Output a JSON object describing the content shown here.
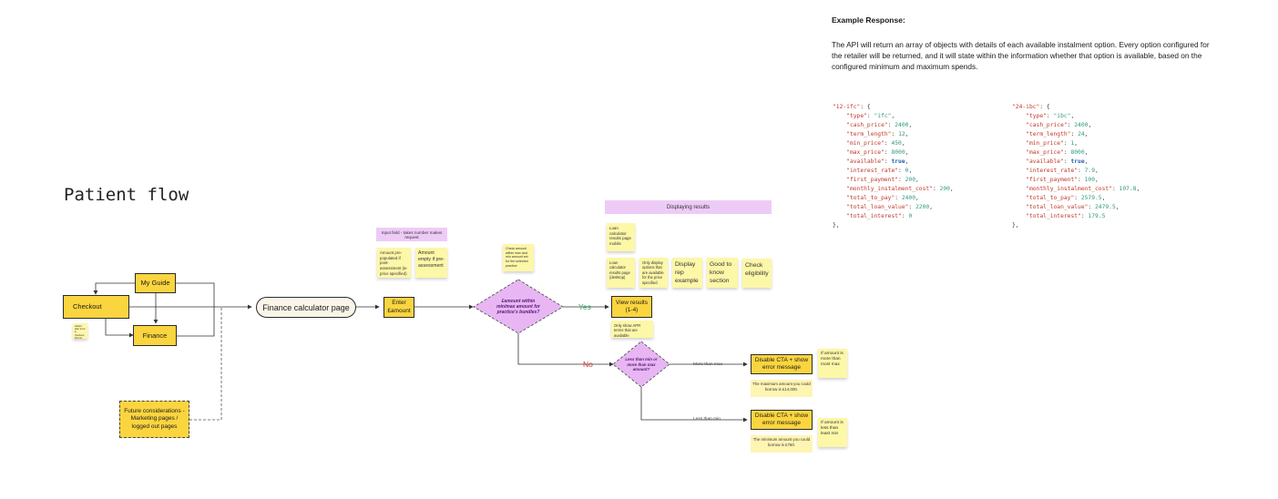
{
  "title": "Patient flow",
  "response": {
    "heading": "Example Response:",
    "paragraph": "The API will return an array of objects with details of each available instalment option. Every option configured for the retailer will be returned, and it will state within the information whether that option is available, based on the configured minimum and maximum spends."
  },
  "code": {
    "left_key": "\"12-ifc\"",
    "left": [
      {
        "k": "\"type\"",
        "v": "\"ifc\"",
        "t": "s"
      },
      {
        "k": "\"cash_price\"",
        "v": "2400",
        "t": "n"
      },
      {
        "k": "\"term_length\"",
        "v": "12",
        "t": "n"
      },
      {
        "k": "\"min_price\"",
        "v": "450",
        "t": "n"
      },
      {
        "k": "\"max_price\"",
        "v": "8000",
        "t": "n"
      },
      {
        "k": "\"available\"",
        "v": "true",
        "t": "b"
      },
      {
        "k": "\"interest_rate\"",
        "v": "0",
        "t": "n"
      },
      {
        "k": "\"first_payment\"",
        "v": "200",
        "t": "n"
      },
      {
        "k": "\"monthly_instalment_cost\"",
        "v": "200",
        "t": "n"
      },
      {
        "k": "\"total_to_pay\"",
        "v": "2400",
        "t": "n"
      },
      {
        "k": "\"total_loan_value\"",
        "v": "2200",
        "t": "n"
      },
      {
        "k": "\"total_interest\"",
        "v": "0",
        "t": "n"
      }
    ],
    "right_key": "\"24-ibc\"",
    "right": [
      {
        "k": "\"type\"",
        "v": "\"ibc\"",
        "t": "s"
      },
      {
        "k": "\"cash_price\"",
        "v": "2400",
        "t": "n"
      },
      {
        "k": "\"term_length\"",
        "v": "24",
        "t": "n"
      },
      {
        "k": "\"min_price\"",
        "v": "1",
        "t": "n"
      },
      {
        "k": "\"max_price\"",
        "v": "8000",
        "t": "n"
      },
      {
        "k": "\"available\"",
        "v": "true",
        "t": "b"
      },
      {
        "k": "\"interest_rate\"",
        "v": "7.9",
        "t": "n"
      },
      {
        "k": "\"first_payment\"",
        "v": "100",
        "t": "n"
      },
      {
        "k": "\"monthly_instalment_cost\"",
        "v": "107.8",
        "t": "n"
      },
      {
        "k": "\"total_to_pay\"",
        "v": "2579.5",
        "t": "n"
      },
      {
        "k": "\"total_loan_value\"",
        "v": "2479.5",
        "t": "n"
      },
      {
        "k": "\"total_interest\"",
        "v": "179.5",
        "t": "n"
      }
    ],
    "close": "},"
  },
  "nodes": {
    "my_guide": "My Guide",
    "checkout": "Checkout",
    "finance": "Finance",
    "future": "Future considerations - Marketing pages / logged out pages",
    "finance_calc_page": "Finance calculator page",
    "enter_amount": "Enter £amount",
    "decision_main": "£amount within min/max amount for practice's bundles?",
    "view_results": "View results (1-4)",
    "decision_minmax": "Less than min or more than max amount?",
    "disable_max": "Disable CTA + show error message",
    "disable_min": "Disable CTA + show error message"
  },
  "edge_labels": {
    "yes": "Yes",
    "no": "No",
    "more_than_max": "More than max",
    "less_than_min": "Less than min"
  },
  "notes": {
    "input_field": "Input field - takes number makes request",
    "amount_prev": "Amount pre-populated if post-assessment (ie price specified)",
    "amount_empty": "Amount empty if pre-assessment",
    "check_amount": "Check amount within max and min amount set for the selected practice",
    "displaying_results": "Displaying results",
    "loan_mobile": "Loan calculator results page mobile",
    "loan_desktop": "Loan calculator results page (desktop)",
    "only_display": "Only display options that are available for the price specified",
    "display_rep": "Display rep example",
    "good_to_know": "Good to know section",
    "check_eligibility": "Check eligibility",
    "only_show_apr": "Only show APR terms that are available",
    "max_msg": "The maximum amount you could borrow is £14,000.",
    "min_msg": "The minimum amount you could borrow is £750.",
    "if_more": "If amount is more than most max",
    "if_less": "If amount is less than least min",
    "checkout_note": "Added later to be in checkout flow for this customer and later"
  }
}
